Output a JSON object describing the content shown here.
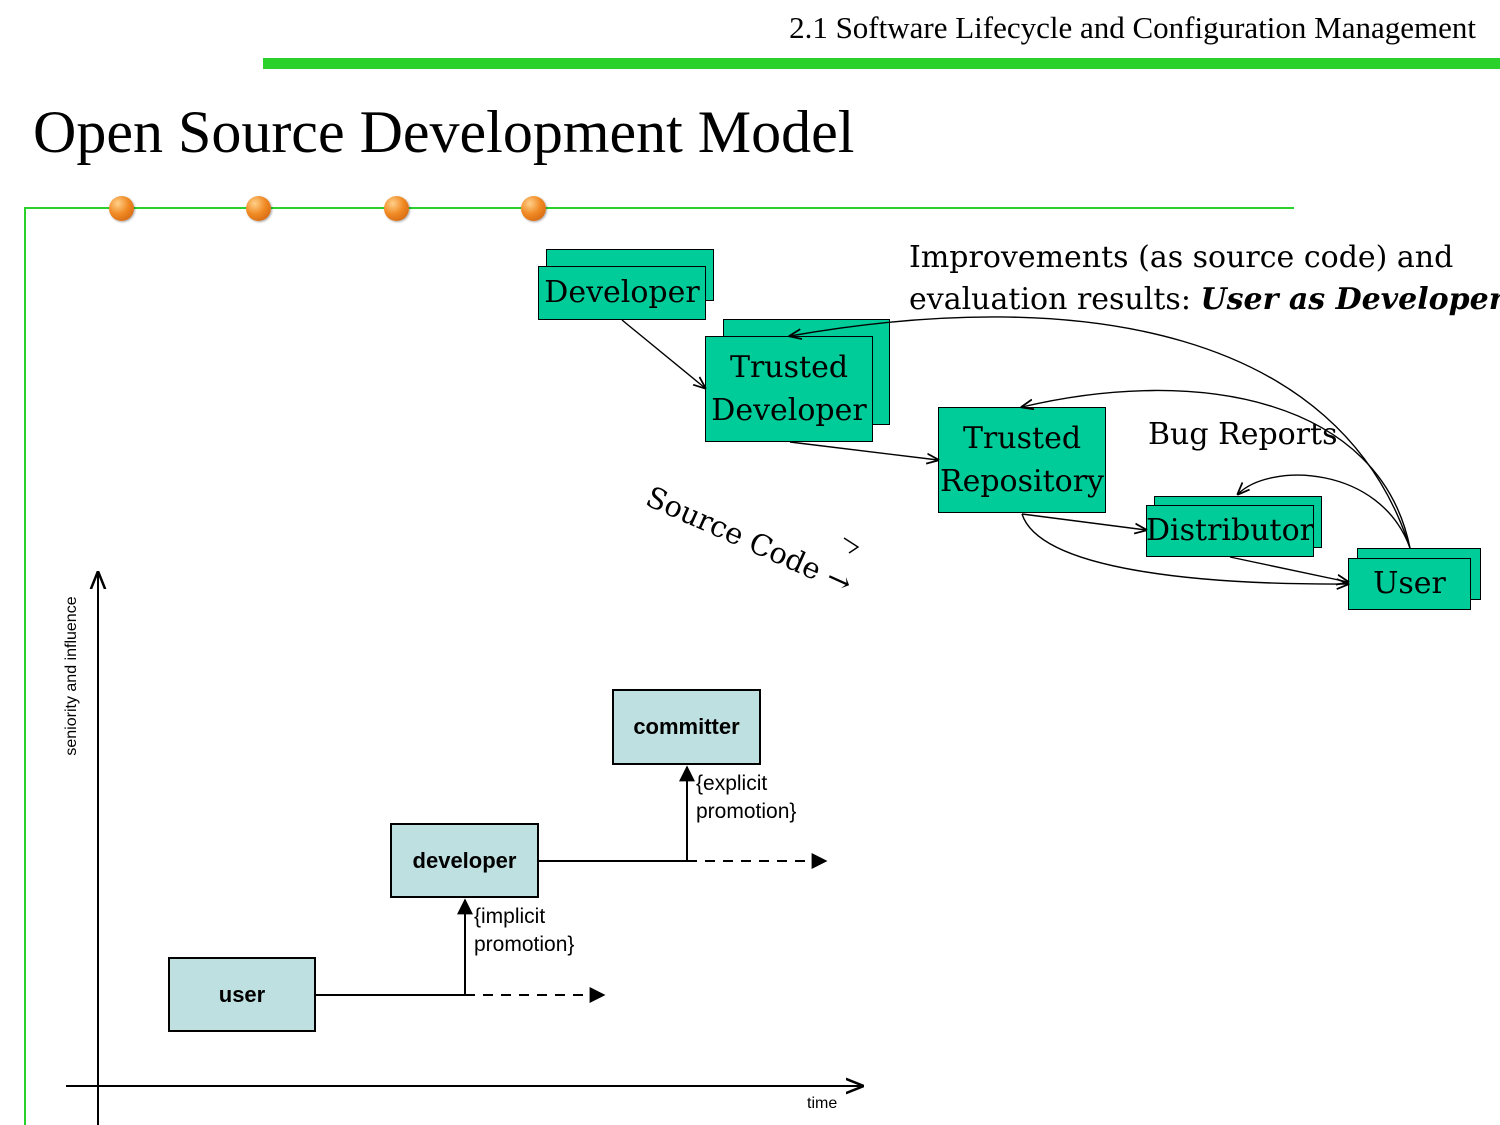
{
  "header": {
    "section": "2.1 Software Lifecycle and Configuration Management"
  },
  "title": "Open Source Development Model",
  "top_diagram": {
    "nodes": {
      "developer": "Developer",
      "trusted_developer_line1": "Trusted",
      "trusted_developer_line2": "Developer",
      "trusted_repository_line1": "Trusted",
      "trusted_repository_line2": "Repository",
      "distributor": "Distributor",
      "user": "User"
    },
    "labels": {
      "improvements_line1": "Improvements (as source code) and",
      "improvements_line2": "evaluation results: ",
      "improvements_emphasis": "User as Developer",
      "bug_reports": "Bug Reports",
      "source_code": "Source Code →"
    },
    "colors": {
      "node_fill": "#00cc99",
      "accent_green": "#2ad12a"
    }
  },
  "bottom_diagram": {
    "nodes": {
      "user": "user",
      "developer": "developer",
      "committer": "committer"
    },
    "notes": {
      "implicit_line1": "{implicit",
      "implicit_line2": "promotion}",
      "explicit_line1": "{explicit",
      "explicit_line2": "promotion}"
    },
    "axes": {
      "x": "time",
      "y": "seniority and influence"
    },
    "colors": {
      "node_fill": "#bfe0e1"
    }
  }
}
